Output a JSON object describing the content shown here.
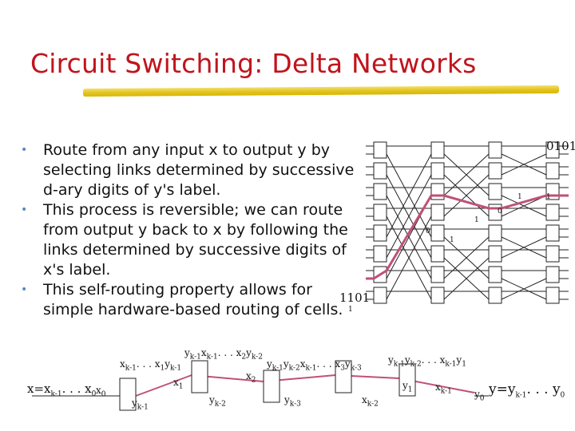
{
  "slide": {
    "title": "Circuit Switching: Delta Networks",
    "bullets": [
      "Route from any input x to output y by\nselecting links determined by successive\nd-ary digits of y's label.",
      "This process is reversible; we can route\nfrom output y back to x by following the\nlinks determined by successive digits of\nx's label.",
      "This self-routing property allows for\nsimple hardware-based routing of cells."
    ]
  },
  "network": {
    "output_label": "0101",
    "input_label": "1101",
    "route_digits": {
      "in_1": "1",
      "d0": "0",
      "d1a": "1",
      "d1b": "1",
      "d0b": "0",
      "d1c": "1",
      "d1d": "1"
    },
    "colors": {
      "route": "#c0507a",
      "wires": "#222222",
      "accent": "#c0141c"
    }
  },
  "formula": {
    "x_eq": "x=x",
    "x_sub": "k-1",
    "x_dots": ". . . x",
    "x_sub0": "0",
    "x0": "x",
    "x0_sub": "0",
    "top_left": "x",
    "top_left_k1": "k-1",
    "top_left_dots": ". . . x",
    "top_left_1": "1",
    "top_left_y": "y",
    "top_left_yk1": "k-1",
    "stage1_y": "y",
    "stage1_yk1": "k-1",
    "stage1_x": "x",
    "stage1_xk1": "k-1",
    "stage1_dots": ". . . x",
    "stage1_2": "2",
    "stage1_y2": "y",
    "stage1_yk2": "k-2",
    "x1": "x",
    "x1_sub": "1",
    "x2": "x",
    "x2_sub": "2",
    "stage2_y": "y",
    "stage2_yk1": "k-1",
    "stage2_y2": "y",
    "stage2_yk2": "k-2",
    "stage2_x": "x",
    "stage2_xk1": "k-1",
    "stage2_dots": ". . . x",
    "stage2_3": "3",
    "stage2_y3": "y",
    "stage2_yk3": "k-3",
    "stage3_y": "y",
    "stage3_yk1": "k-1",
    "stage3_y2": "y",
    "stage3_yk2": "k-2",
    "stage3_dots": ". . . x",
    "stage3_xk1": "k-1",
    "stage3_y1": "y",
    "stage3_1": "1",
    "b_yk1": "y",
    "b_yk1_sub": "k-1",
    "b_yk2": "y",
    "b_yk2_sub": "k-2",
    "b_yk3": "y",
    "b_yk3_sub": "k-3",
    "b_xk2": "x",
    "b_xk2_sub": "k-2",
    "b_y1": "y",
    "b_y1_sub": "1",
    "b_xk1": "x",
    "b_xk1_sub": "k-1",
    "b_y0": "y",
    "b_y0_sub": "0",
    "y_eq": "y=y",
    "y_sub": "k-1",
    "y_dots": ". . . y",
    "y_sub0": "0"
  }
}
